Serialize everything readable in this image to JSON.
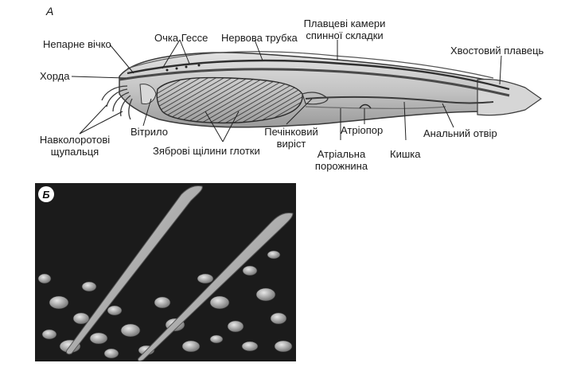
{
  "panel_a": {
    "letter": "А"
  },
  "panel_b": {
    "letter": "Б"
  },
  "labels": {
    "neparne_vichko": "Непарне вічко",
    "ochka_hesse": "Очка Гессе",
    "nervova_trubka": "Нервова трубка",
    "plavtsevi_kamery_1": "Плавцеві камери",
    "plavtsevi_kamery_2": "спинної складки",
    "khvostovyi_plavets": "Хвостовий плавець",
    "khorda": "Хорда",
    "navkolorotovi_1": "Навколоротові",
    "navkolorotovi_2": "щупальця",
    "vitrylo": "Вітрило",
    "zyabrovi_shchilyny": "Зяброві щілини глотки",
    "pechinkovyi_1": "Печінковий",
    "pechinkovyi_2": "виріст",
    "atriopor": "Атріопор",
    "analnyi_otvir": "Анальний отвір",
    "atrialna_1": "Атріальна",
    "atrialna_2": "порожнина",
    "kyshka": "Кишка"
  },
  "colors": {
    "body_fill": "#c8c8c8",
    "outline": "#3a3a3a",
    "gill_region": "#7a7a7a",
    "photo_bg": "#1b1b1b"
  }
}
